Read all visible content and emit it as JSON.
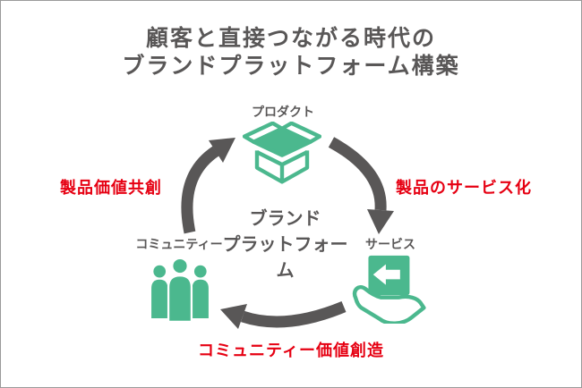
{
  "title": {
    "line1": "顧客と直接つながる時代の",
    "line2": "ブランドプラットフォーム構築"
  },
  "center_label": {
    "line1": "ブランド",
    "line2": "プラットフォーム"
  },
  "nodes": [
    {
      "id": "product",
      "label": "プロダクト",
      "icon": "open-box-icon"
    },
    {
      "id": "service",
      "label": "サービス",
      "icon": "hand-giving-box-icon"
    },
    {
      "id": "community",
      "label": "コミュニティー",
      "icon": "people-group-icon"
    }
  ],
  "edge_labels": {
    "community_to_product": "製品価値共創",
    "product_to_service": "製品のサービス化",
    "service_to_community": "コミュニティー価値創造"
  },
  "colors": {
    "accent_green": "#4bb88e",
    "text_dark": "#595757",
    "label_red": "#e60012",
    "arrow_gray": "#595757",
    "border_gray": "#9a9a9a"
  }
}
